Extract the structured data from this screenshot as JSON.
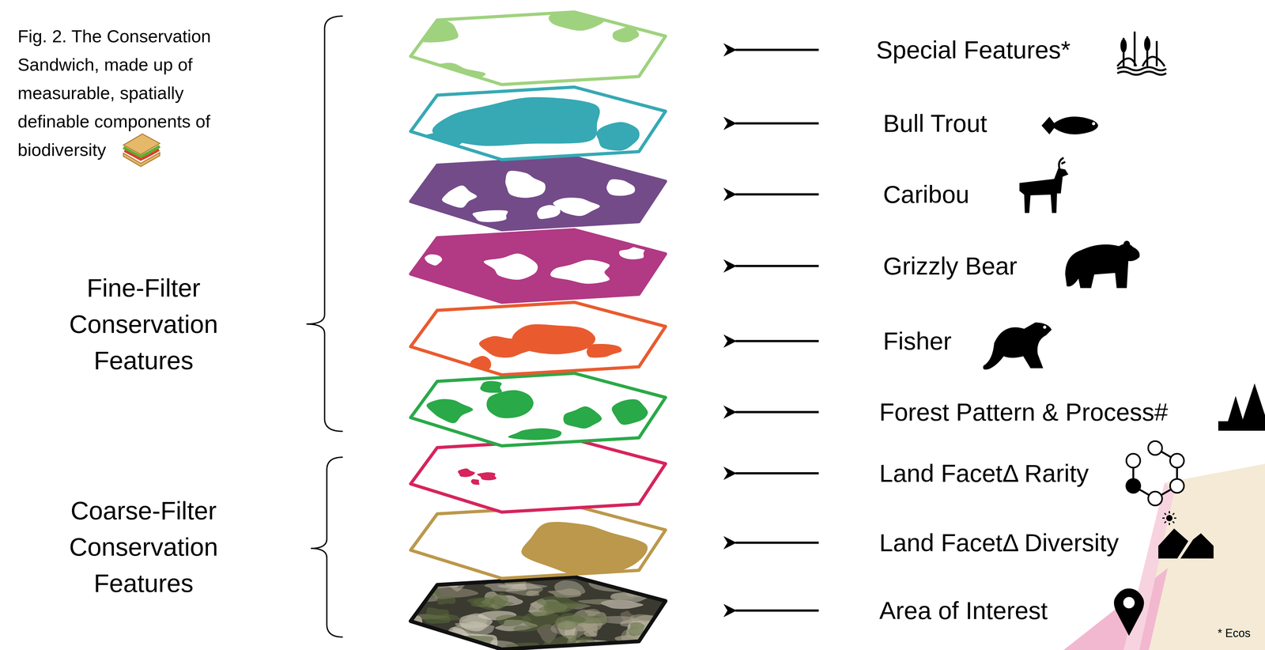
{
  "diagram": {
    "caption": "Fig. 2. The Conservation Sandwich, made up of measurable, spatially definable components of biodiversity",
    "labels": [
      "Fine-Filter Conservation Features",
      "Coarse-Filter Conservation Features",
      "Special Features*",
      "Bull Trout",
      "Caribou",
      "Grizzly Bear",
      "Fisher",
      "Forest Pattern & Process#",
      "Land FacetΔ Rarity",
      "Land FacetΔ Diversity",
      "Area of Interest",
      "* Ecos"
    ]
  }
}
